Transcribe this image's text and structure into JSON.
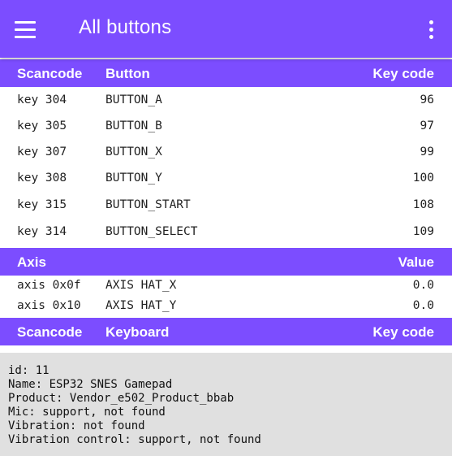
{
  "app_bar": {
    "title": "All buttons",
    "menu_icon": "hamburger-menu-icon",
    "overflow_icon": "more-vert-icon",
    "background": "#7c4dff"
  },
  "buttons_table": {
    "headers": [
      "Scancode",
      "Button",
      "Key code"
    ],
    "rows": [
      [
        "key 304",
        "BUTTON_A",
        "96"
      ],
      [
        "key 305",
        "BUTTON_B",
        "97"
      ],
      [
        "key 307",
        "BUTTON_X",
        "99"
      ],
      [
        "key 308",
        "BUTTON_Y",
        "100"
      ],
      [
        "key 315",
        "BUTTON_START",
        "108"
      ],
      [
        "key 314",
        "BUTTON_SELECT",
        "109"
      ]
    ]
  },
  "axis_table": {
    "headers": [
      "Axis",
      "Value"
    ],
    "rows": [
      [
        "axis 0x0f",
        "AXIS HAT_X",
        "0.0"
      ],
      [
        "axis 0x10",
        "AXIS HAT_Y",
        "0.0"
      ]
    ]
  },
  "keyboard_table": {
    "headers": [
      "Scancode",
      "Keyboard",
      "Key code"
    ]
  },
  "device_info": {
    "lines": [
      "id: 11",
      "Name: ESP32 SNES Gamepad",
      "Product: Vendor_e502_Product_bbab",
      "Mic: support, not found",
      "Vibration: not found",
      "Vibration control: support, not found"
    ]
  }
}
